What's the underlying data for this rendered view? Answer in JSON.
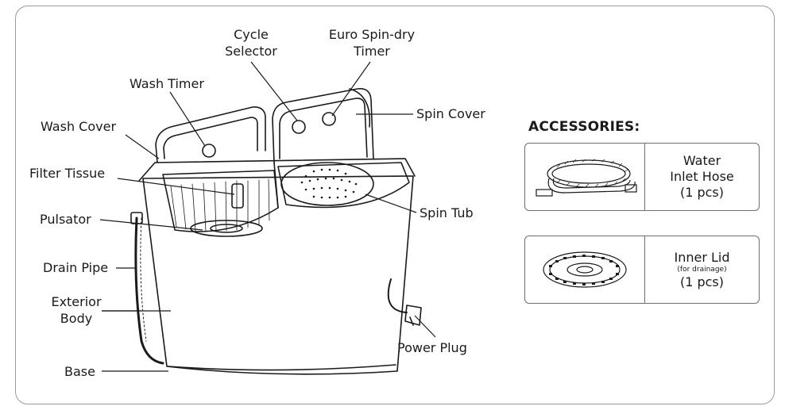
{
  "labels": {
    "cycle_selector_1": "Cycle",
    "cycle_selector_2": "Selector",
    "euro_spin_1": "Euro Spin-dry",
    "euro_spin_2": "Timer",
    "wash_timer": "Wash Timer",
    "spin_cover": "Spin Cover",
    "wash_cover": "Wash Cover",
    "filter_tissue": "Filter Tissue",
    "spin_tub": "Spin Tub",
    "pulsator": "Pulsator",
    "drain_pipe": "Drain Pipe",
    "exterior_body_1": "Exterior",
    "exterior_body_2": "Body",
    "power_plug": "Power Plug",
    "base": "Base"
  },
  "accessories": {
    "title": "ACCESSORIES:",
    "items": [
      {
        "icon": "hose-icon",
        "line1": "Water",
        "line2": "Inlet Hose",
        "qty": "(1 pcs)"
      },
      {
        "icon": "inner-lid-icon",
        "line1": "Inner Lid",
        "note": "(for drainage)",
        "qty": "(1 pcs)"
      }
    ]
  }
}
